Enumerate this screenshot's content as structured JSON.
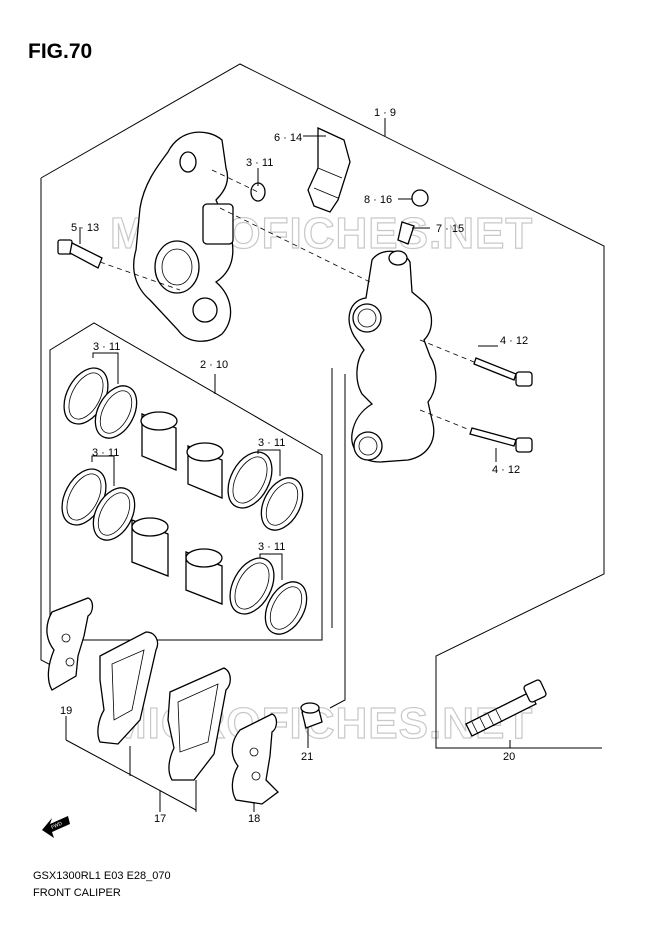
{
  "figure": {
    "title": "FIG.70",
    "model_code": "GSX1300RL1 E03 E28_070",
    "name": "FRONT CALIPER",
    "watermark": "MICROFICHES.NET",
    "fwd_label": "FWD"
  },
  "callouts": {
    "c_1_9": "1 · 9",
    "c_6_14": "6 · 14",
    "c_3_11_top": "3 · 11",
    "c_8_16": "8 · 16",
    "c_7_15": "7 · 15",
    "c_5_13": "5 · 13",
    "c_4_12_a": "4 · 12",
    "c_4_12_b": "4 · 12",
    "c_3_11_l1": "3 · 11",
    "c_2_10": "2 · 10",
    "c_3_11_r1": "3 · 11",
    "c_3_11_l2": "3 · 11",
    "c_3_11_r2": "3 · 11",
    "c_19": "19",
    "c_17": "17",
    "c_18": "18",
    "c_21": "21",
    "c_20": "20"
  }
}
